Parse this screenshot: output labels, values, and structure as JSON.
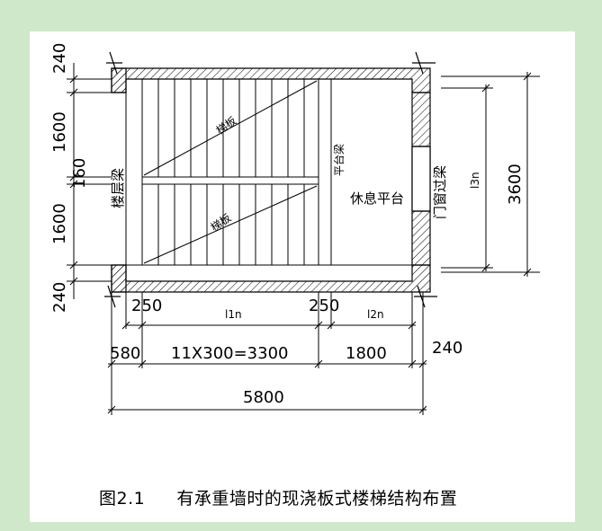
{
  "drawing": {
    "dims_left": [
      "240",
      "1600",
      "160",
      "1600",
      "240"
    ],
    "dims_right": [
      "3600",
      "l3n"
    ],
    "dims_bottom_row1": [
      "250",
      "l1n",
      "250",
      "l2n"
    ],
    "dims_bottom_row2": [
      "580",
      "11X300=3300",
      "1800",
      "240"
    ],
    "dim_total": "5800",
    "labels": {
      "floor_beam": "楼层梁",
      "flight_upper": "梯板",
      "flight_lower": "梯板",
      "platform_beam": "平台梁",
      "landing": "休息平台",
      "lintel": "门窗过梁"
    }
  },
  "caption": {
    "figure_no": "图2.1",
    "title": "有承重墙时的现浇板式楼梯结构布置"
  },
  "colors": {
    "background": "#cfe8c9",
    "sheet": "#ffffff",
    "ink": "#000000"
  }
}
